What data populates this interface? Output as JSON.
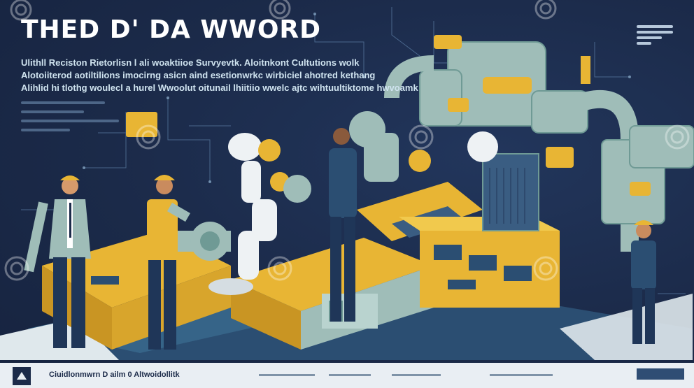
{
  "poster": {
    "title": "THED D' DA WWORD",
    "subtitle_lines": [
      "Ulithll Reciston Rietorlisn l ali woaktiioe Survyevtk. Aloitnkont Cultutions wolk",
      "Alotoiiterod aotiltilions imocirng asicn aind esetionwrkc wirbiciel ahotred kethang",
      "Alihlid hi tlothg woulecl a hurel Wwoolut oitunail lhiitiio wwelc ajtc wihtuultiktome hwvoamk"
    ]
  },
  "footer": {
    "text": "Ciuidlonmwrn D ailm 0 Altwoidollitk"
  },
  "colors": {
    "background": "#1b2a49",
    "accent_yellow": "#e8b534",
    "machine_teal": "#9fbdb8",
    "white": "#ffffff"
  },
  "icons": [
    "factory-logo-icon",
    "dreamstime-watermark-icon",
    "robot-arm-icon",
    "worker-icon"
  ]
}
